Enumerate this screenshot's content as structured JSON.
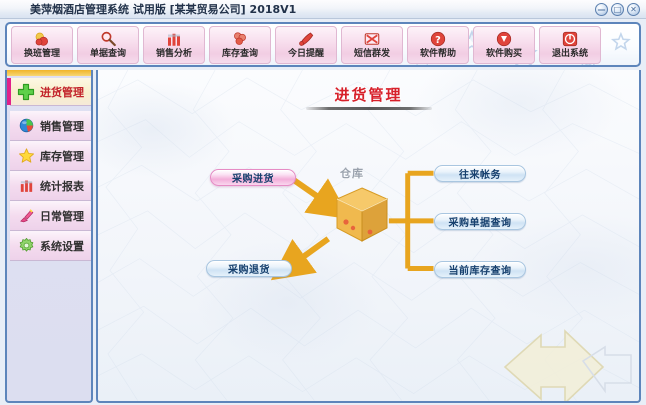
{
  "window": {
    "title": "美萍烟酒店管理系统 试用版 [某某贸易公司] 2018V1",
    "controls": [
      {
        "name": "minimize",
        "glyph": "—"
      },
      {
        "name": "maximize",
        "glyph": "□"
      },
      {
        "name": "close",
        "glyph": "✕"
      }
    ]
  },
  "toolbar": {
    "buttons": [
      {
        "label": "换班管理",
        "icon": "shift-icon"
      },
      {
        "label": "单据查询",
        "icon": "magnifier-icon"
      },
      {
        "label": "销售分析",
        "icon": "bar-chart-icon"
      },
      {
        "label": "库存查询",
        "icon": "stock-icon"
      },
      {
        "label": "今日提醒",
        "icon": "bell-icon"
      },
      {
        "label": "短信群发",
        "icon": "sms-icon"
      },
      {
        "label": "软件帮助",
        "icon": "help-icon"
      },
      {
        "label": "软件购买",
        "icon": "purchase-icon"
      },
      {
        "label": "退出系统",
        "icon": "power-icon"
      }
    ]
  },
  "sidebar": {
    "items": [
      {
        "label": "进货管理",
        "icon": "green-plus-icon",
        "active": true
      },
      {
        "label": "销售管理",
        "icon": "pie-sphere-icon",
        "active": false
      },
      {
        "label": "库存管理",
        "icon": "yellow-star-icon",
        "active": false
      },
      {
        "label": "统计报表",
        "icon": "bar-chart-icon",
        "active": false
      },
      {
        "label": "日常管理",
        "icon": "brush-icon",
        "active": false
      },
      {
        "label": "系统设置",
        "icon": "gear-icon",
        "active": false
      }
    ]
  },
  "main": {
    "page_title": "进货管理",
    "warehouse_label": "仓库",
    "left_buttons": [
      {
        "label": "采购进货",
        "style": "pink"
      },
      {
        "label": "采购退货",
        "style": "blue"
      }
    ],
    "right_buttons": [
      {
        "label": "往来帐务",
        "style": "blue"
      },
      {
        "label": "采购单据查询",
        "style": "blue"
      },
      {
        "label": "当前库存查询",
        "style": "blue"
      }
    ]
  },
  "colors": {
    "frame_blue": "#5d85bb",
    "title_red": "#d7202a",
    "accent_magenta": "#e0218a",
    "accent_gold": "#e8a51f",
    "toolbar_pink": "#f2cde3"
  }
}
